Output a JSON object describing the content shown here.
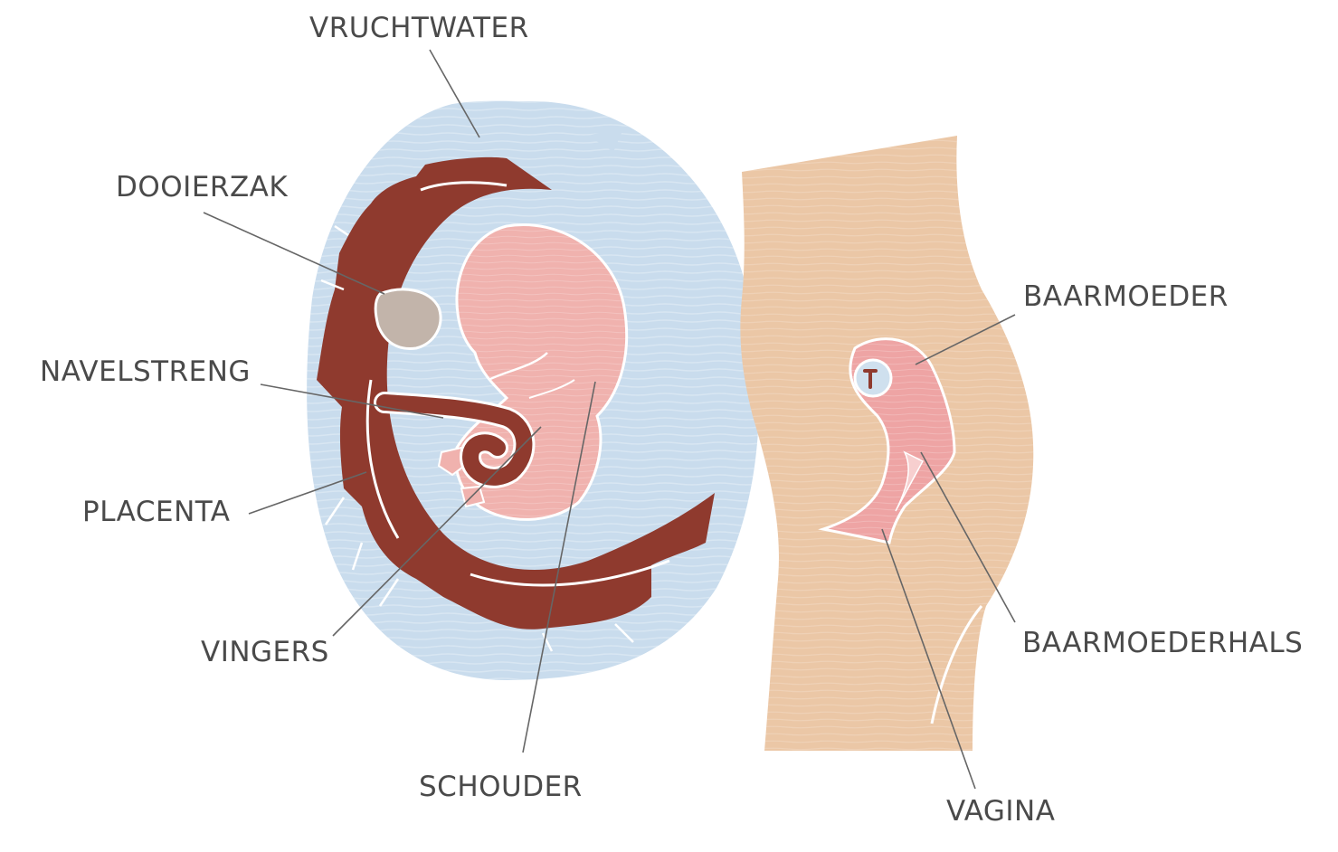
{
  "labels": {
    "vruchtwater": "VRUCHTWATER",
    "dooierzak": "DOOIERZAK",
    "navelstreng": "NAVELSTRENG",
    "placenta": "PLACENTA",
    "vingers": "VINGERS",
    "schouder": "SCHOUDER",
    "baarmoeder": "BAARMOEDER",
    "baarmoederhals": "BAARMOEDERHALS",
    "vagina": "VAGINA"
  },
  "colors": {
    "amniotic_fluid": "#c9dced",
    "placenta": "#8f3a2e",
    "embryo": "#f0b2ae",
    "yolk_sac": "#c2b4aa",
    "body": "#ebc7a6",
    "uterus": "#eea4a4",
    "leader_line": "#666666",
    "label_text": "#4a4a4a"
  }
}
